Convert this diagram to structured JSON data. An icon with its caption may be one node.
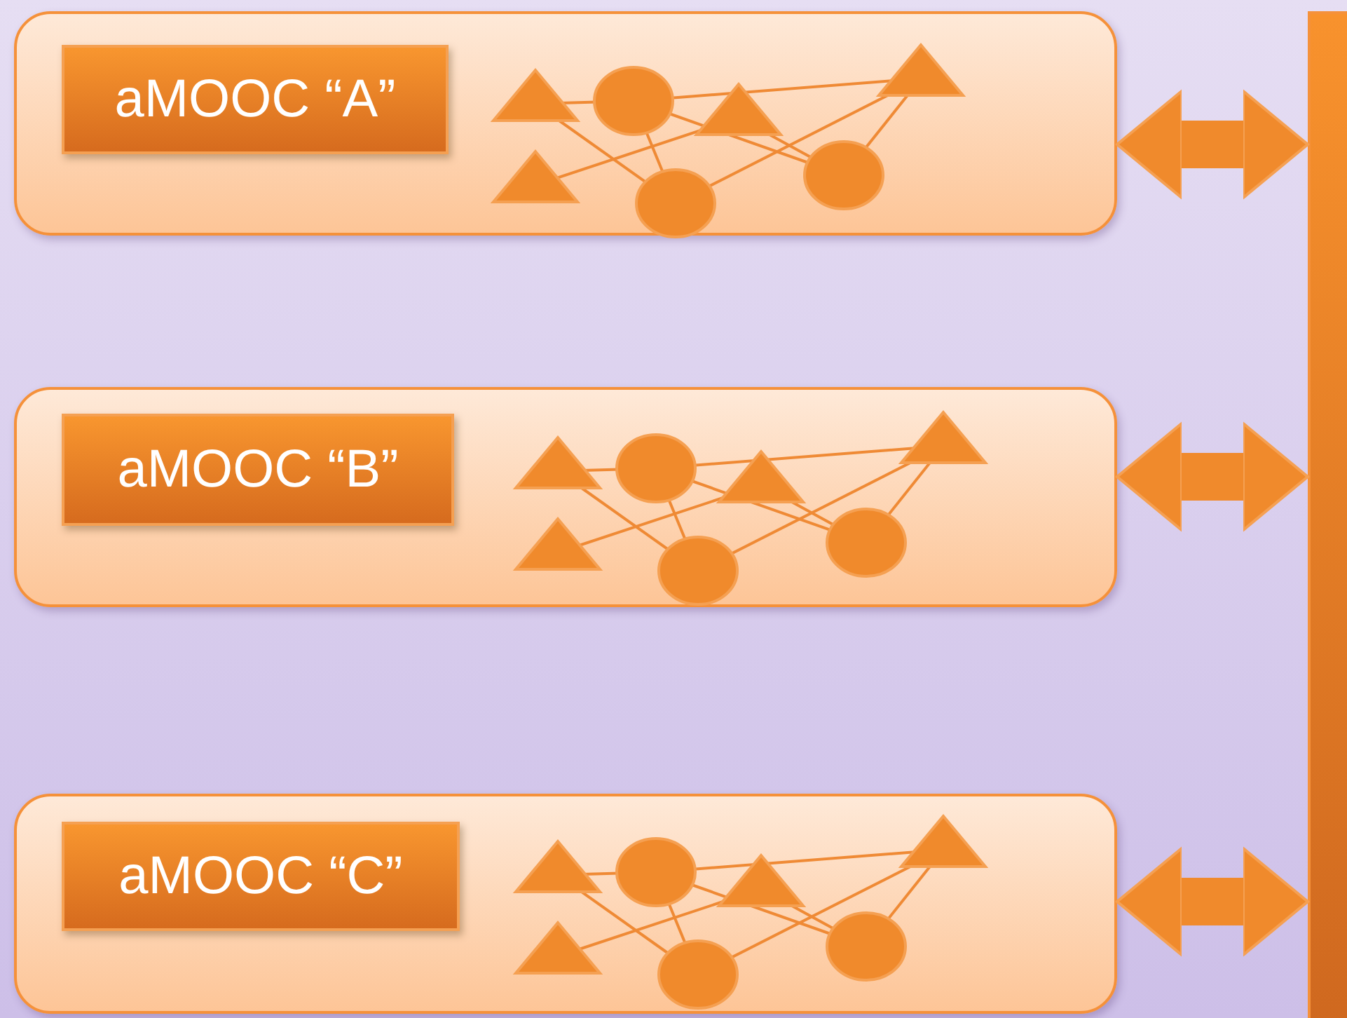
{
  "diagram": {
    "nodes": [
      {
        "text": [],
        "shape": "box"
      },
      {
        "text": [
          "aMOOC “A”"
        ],
        "in": 0
      },
      {
        "text": [],
        "shape": "box"
      },
      {
        "text": [
          "aMOOC “B”"
        ],
        "in": 2
      },
      {
        "text": [],
        "shape": "box"
      },
      {
        "text": [
          "aMOOC “C”"
        ],
        "in": 4
      },
      {
        "text": [],
        "shape": "bar"
      }
    ],
    "edges": [
      {
        "from": 0,
        "to": 6,
        "arrow": "both"
      },
      {
        "from": 2,
        "to": 6,
        "arrow": "both"
      },
      {
        "from": 4,
        "to": 6,
        "arrow": "both"
      }
    ]
  }
}
